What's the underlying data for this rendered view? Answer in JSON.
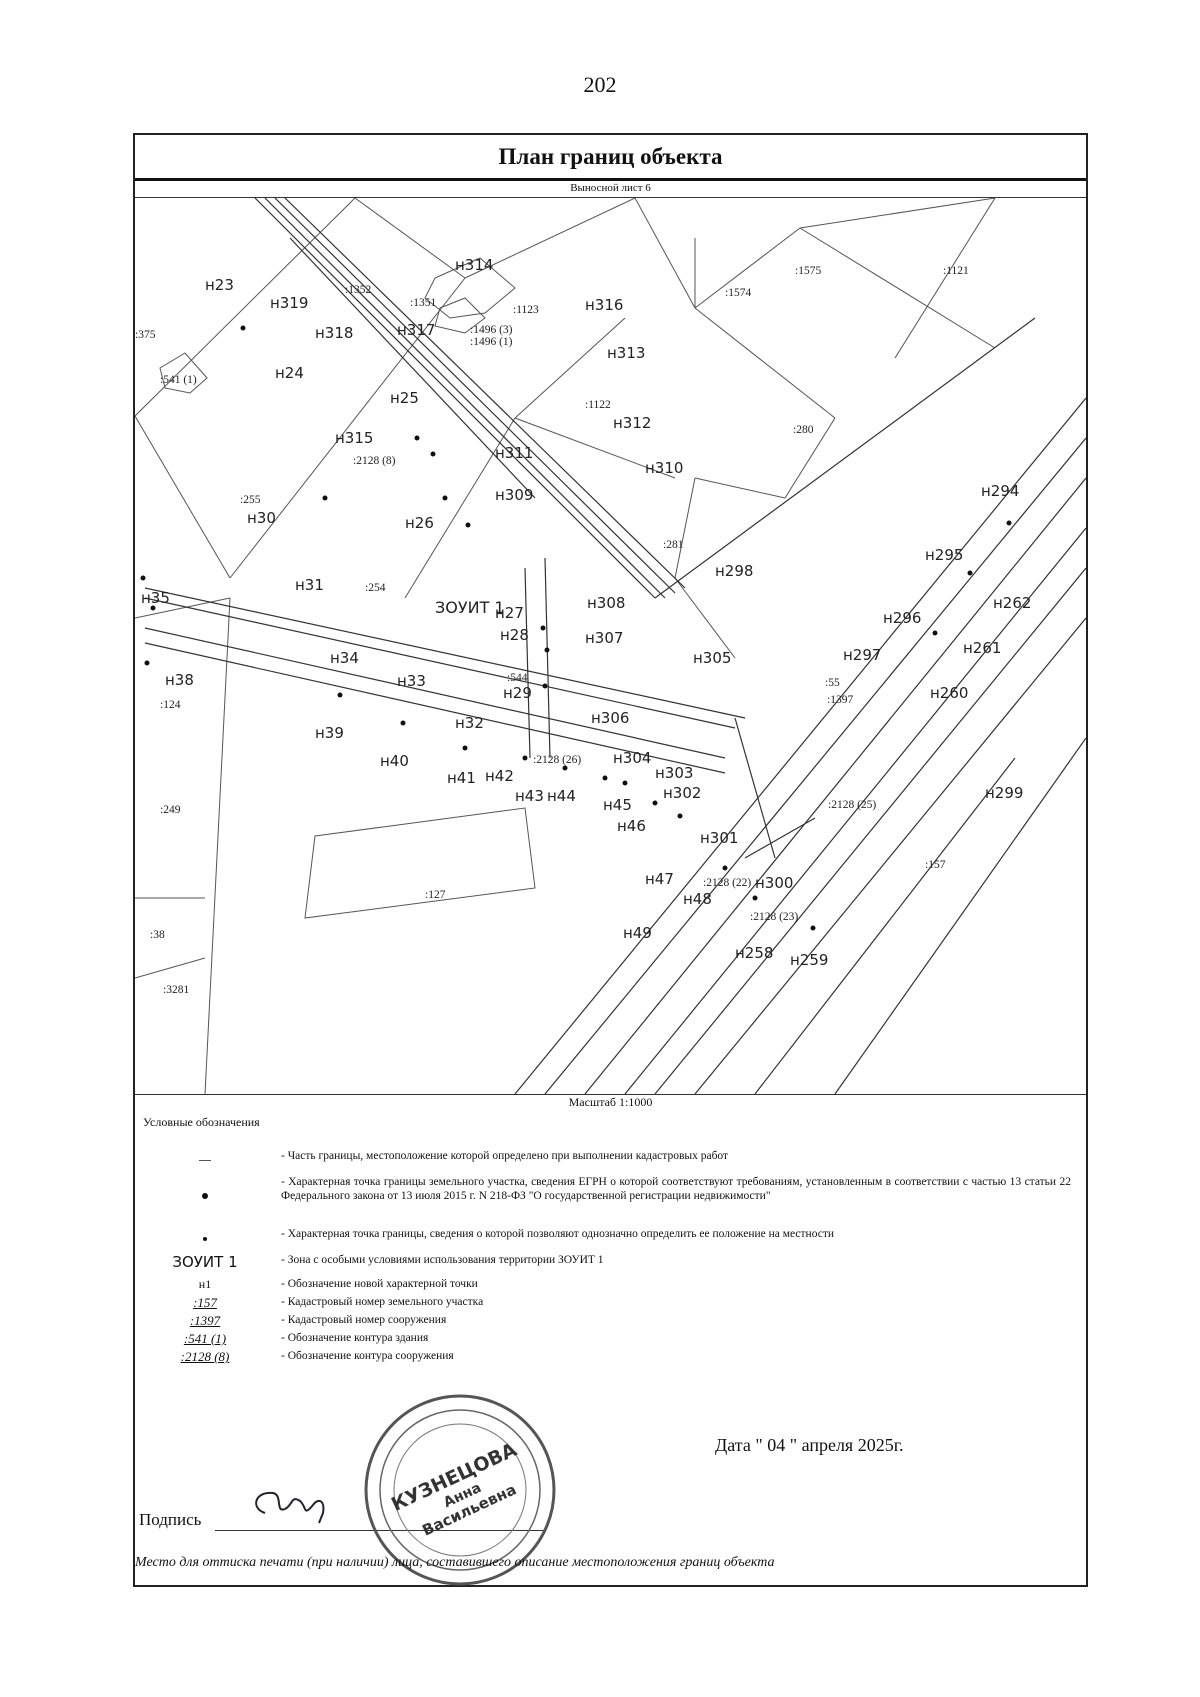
{
  "page_number": "202",
  "title": "План границ объекта",
  "sheet_label": "Выносной лист 6",
  "scale_label": "Масштаб 1:1000",
  "map": {
    "zone_label": "ЗОУИТ 1",
    "points": [
      "н23",
      "н24",
      "н25",
      "н26",
      "н27",
      "н28",
      "н29",
      "н30",
      "н31",
      "н32",
      "н33",
      "н34",
      "н35",
      "н38",
      "н39",
      "н40",
      "н41",
      "н42",
      "н43",
      "н44",
      "н45",
      "н46",
      "н47",
      "н48",
      "н49",
      "н258",
      "н259",
      "н260",
      "н261",
      "н262",
      "н294",
      "н295",
      "н296",
      "н297",
      "н298",
      "н299",
      "н300",
      "н301",
      "н302",
      "н303",
      "н304",
      "н305",
      "н306",
      "н307",
      "н308",
      "н309",
      "н310",
      "н311",
      "н312",
      "н313",
      "н314",
      "н315",
      "н316",
      "н317",
      "н318",
      "н319"
    ],
    "parcels": [
      ":1352",
      ":1351",
      ":1123",
      ":1496 (3)",
      ":1496 (1)",
      ":1574",
      ":1575",
      ":1121",
      ":1122",
      ":280",
      ":375",
      ":541 (1)",
      ":2128 (8)",
      ":255",
      ":254",
      ":281",
      ":544",
      ":55",
      ":1397",
      ":124",
      ":2128 (26)",
      ":249",
      ":2128 (25)",
      ":157",
      ":127",
      ":2128 (22)",
      ":2128 (23)",
      ":38",
      ":3281"
    ]
  },
  "legend": {
    "title": "Условные обозначения",
    "items": [
      {
        "symbol": "",
        "text": "- Часть границы, местоположение которой определено при выполнении кадастровых работ"
      },
      {
        "symbol": "",
        "text": "- Характерная точка границы земельного участка, сведения ЕГРН о которой соответствуют требованиям, установленным в соответствии с частью 13 статьи 22 Федерального закона от 13 июля 2015 г. N 218-ФЗ \"О государственной регистрации недвижимости\""
      },
      {
        "symbol": "",
        "text": "- Характерная точка границы, сведения о которой позволяют однозначно определить ее положение на местности"
      },
      {
        "symbol": "ЗОУИТ 1",
        "text": "- Зона с особыми условиями использования территории ЗОУИТ 1"
      },
      {
        "symbol": "н1",
        "text": "- Обозначение новой характерной точки"
      },
      {
        "symbol": ":157",
        "text": "- Кадастровый номер земельного участка"
      },
      {
        "symbol": ":1397",
        "text": "- Кадастровый номер сооружения"
      },
      {
        "symbol": ":541 (1)",
        "text": "- Обозначение контура здания"
      },
      {
        "symbol": ":2128 (8)",
        "text": "- Обозначение контура сооружения"
      }
    ]
  },
  "date_text": "Дата \" 04 \" апреля 2025г.",
  "signature_label": "Подпись",
  "stamp": {
    "name_line1": "КУЗНЕЦОВА",
    "name_line2": "Анна",
    "name_line3": "Васильевна"
  },
  "stamp_place_text": "Место для оттиска печати (при наличии) лица, составившего описание местоположения границ объекта"
}
